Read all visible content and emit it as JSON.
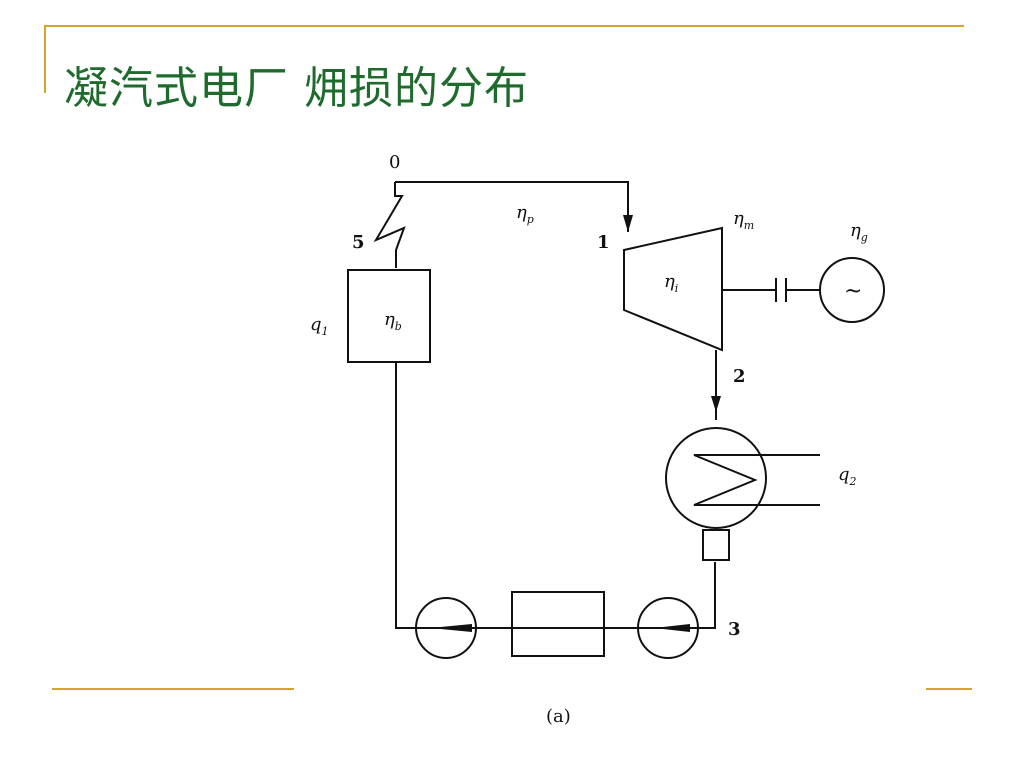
{
  "slide": {
    "title": "凝汽式电厂 㶲损的分布",
    "caption": "(a)"
  },
  "diagram": {
    "labels": {
      "point_0": "0",
      "point_5": "5",
      "point_1": "1",
      "point_2": "2",
      "point_3": "3",
      "eta_p": "η",
      "eta_p_sub": "p",
      "eta_m": "η",
      "eta_m_sub": "m",
      "eta_g": "η",
      "eta_g_sub": "g",
      "eta_i": "η",
      "eta_i_sub": "i",
      "eta_b": "η",
      "eta_b_sub": "b",
      "q1": "q",
      "q1_sub": "1",
      "q2": "q",
      "q2_sub": "2",
      "generator_symbol": "~"
    }
  },
  "colors": {
    "title": "#1e6b2d",
    "accent_lines": "#d6a32c",
    "diagram_ink": "#111111"
  }
}
